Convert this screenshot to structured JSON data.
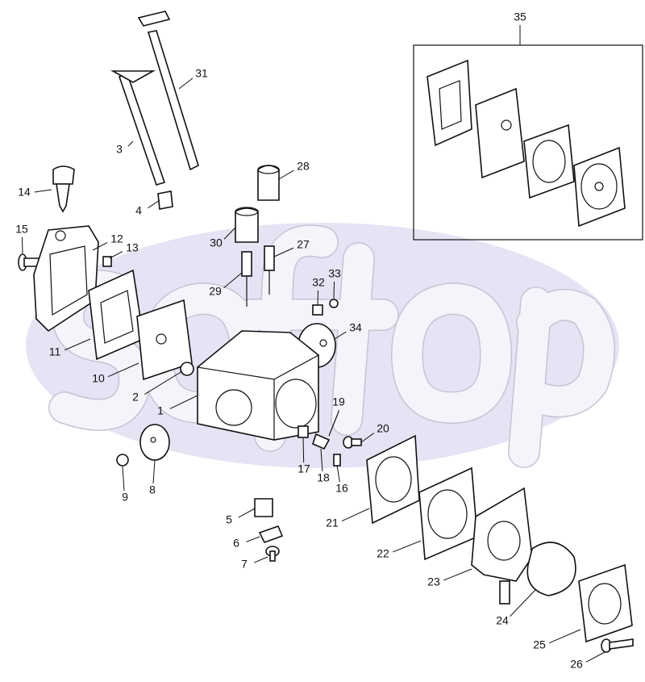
{
  "diagram": {
    "watermark": "softop",
    "watermark_color": "#e4e4f4",
    "labels": [
      "35",
      "31",
      "3",
      "28",
      "14",
      "4",
      "15",
      "12",
      "13",
      "30",
      "27",
      "33",
      "32",
      "29",
      "34",
      "11",
      "10",
      "2",
      "1",
      "19",
      "20",
      "17",
      "18",
      "16",
      "9",
      "8",
      "5",
      "21",
      "6",
      "22",
      "7",
      "23",
      "24",
      "25",
      "26"
    ]
  }
}
